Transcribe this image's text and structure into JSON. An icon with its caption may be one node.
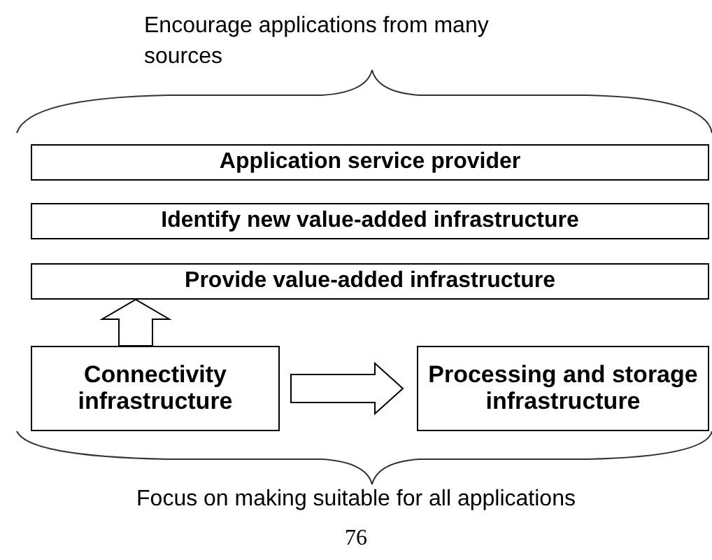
{
  "diagram": {
    "nodes": [
      {
        "text": [
          "Application service provider"
        ]
      },
      {
        "text": [
          "Identify new value-added infrastructure"
        ]
      },
      {
        "text": [
          "Provide value-added infrastructure"
        ]
      },
      {
        "text": [
          "Connectivity infrastructure"
        ]
      },
      {
        "text": [
          "Processing and storage infrastructure"
        ]
      }
    ],
    "edges": [
      {
        "from": 3,
        "to": 2,
        "arrow": "to"
      },
      {
        "from": 3,
        "to": 4,
        "arrow": "to"
      }
    ],
    "labels": [
      "Encourage applications from many sources",
      "Focus on making suitable for all applications",
      "76"
    ]
  }
}
